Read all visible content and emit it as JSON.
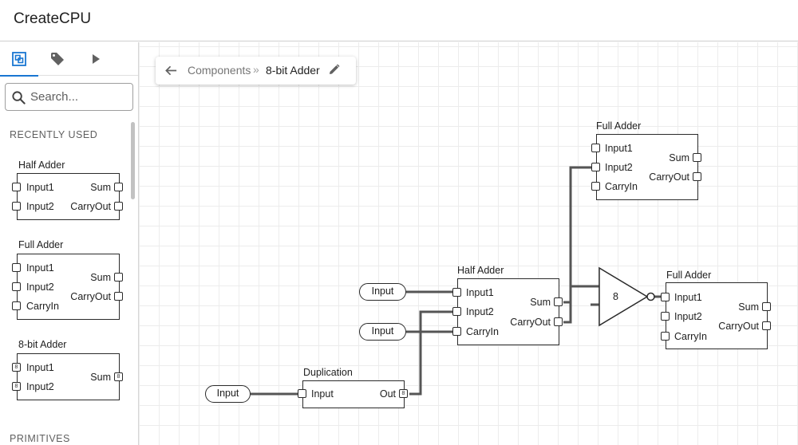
{
  "app": {
    "title": "CreateCPU"
  },
  "sidebar": {
    "tabs": [
      {
        "icon": "components-icon",
        "active": true
      },
      {
        "icon": "tag-icon",
        "active": false
      },
      {
        "icon": "play-icon",
        "active": false
      }
    ],
    "search": {
      "placeholder": "Search..."
    },
    "recently_used_title": "RECENTLY USED",
    "primitives_title": "PRIMITIVES",
    "palette": {
      "half_adder": {
        "name": "Half Adder",
        "inputs": [
          "Input1",
          "Input2"
        ],
        "outputs": [
          "Sum",
          "CarryOut"
        ]
      },
      "full_adder": {
        "name": "Full Adder",
        "inputs": [
          "Input1",
          "Input2",
          "CarryIn"
        ],
        "outputs": [
          "Sum",
          "CarryOut"
        ]
      },
      "eight_bit_adder": {
        "name": "8-bit Adder",
        "inputs": [
          "Input1",
          "Input2"
        ],
        "outputs": [
          "Sum"
        ],
        "bus_width": "8"
      }
    }
  },
  "breadcrumb": {
    "parent": "Components",
    "separator": "»",
    "current": "8-bit Adder"
  },
  "canvas": {
    "full_adder_top": {
      "name": "Full Adder",
      "inputs": [
        "Input1",
        "Input2",
        "CarryIn"
      ],
      "outputs": [
        "Sum",
        "CarryOut"
      ]
    },
    "full_adder_right": {
      "name": "Full Adder",
      "inputs": [
        "Input1",
        "Input2",
        "CarryIn"
      ],
      "outputs": [
        "Sum",
        "CarryOut"
      ]
    },
    "half_adder": {
      "name": "Half Adder",
      "inputs": [
        "Input1",
        "Input2",
        "CarryIn"
      ],
      "outputs": [
        "Sum",
        "CarryOut"
      ]
    },
    "duplication": {
      "name": "Duplication",
      "input": "Input",
      "output": "Out",
      "bus_width": "8"
    },
    "input_pins": [
      "Input",
      "Input",
      "Input"
    ],
    "not_gate": {
      "label": "8"
    }
  },
  "colors": {
    "accent": "#1976d2",
    "stroke": "#2a2a2a",
    "wire": "#555555",
    "grid": "#ececec"
  }
}
